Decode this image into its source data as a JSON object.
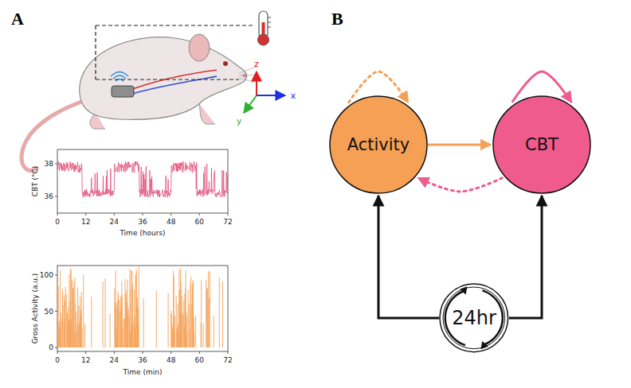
{
  "diagram": {
    "nodes": [
      {
        "text": [
          "Activity"
        ]
      },
      {
        "text": [
          "CBT"
        ]
      },
      {
        "text": [
          "24hr"
        ]
      }
    ],
    "edges": [
      {
        "from": 0,
        "to": 1,
        "arrow": "to"
      },
      {
        "from": 1,
        "to": 0,
        "arrow": "to"
      },
      {
        "from": 0,
        "to": 0,
        "arrow": "to"
      },
      {
        "from": 1,
        "to": 1,
        "arrow": "to"
      },
      {
        "from": 2,
        "to": 0,
        "arrow": "to"
      },
      {
        "from": 2,
        "to": 1,
        "arrow": "to"
      }
    ],
    "labels": [
      "A",
      "B",
      "z",
      "y",
      "x",
      "38",
      "36",
      "0",
      "12",
      "24",
      "36",
      "48",
      "60",
      "72",
      "Time (hours)",
      "CBT (°C)",
      "100",
      "50",
      "0",
      "0",
      "12",
      "24",
      "36",
      "48",
      "60",
      "72",
      "Time (min)",
      "Gross Activity (a.u.)"
    ]
  }
}
